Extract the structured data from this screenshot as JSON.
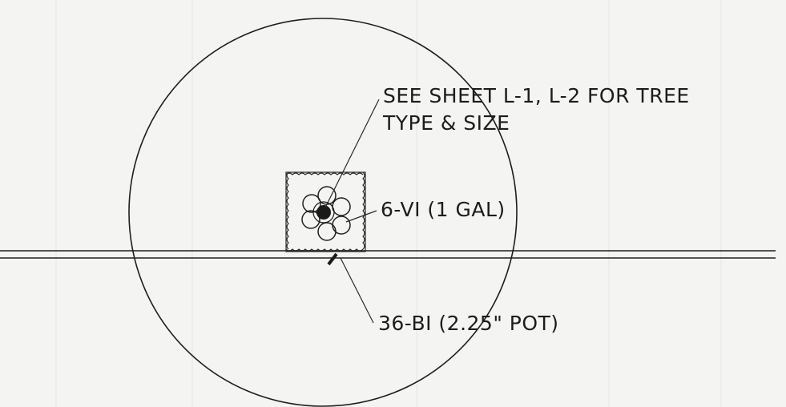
{
  "callouts": {
    "tree_reference_line1": "SEE SHEET L-1, L-2 FOR TREE",
    "tree_reference_line2": "TYPE & SIZE",
    "shrub_label": "6-VI (1 GAL)",
    "groundcover_label": "36-BI (2.25\" POT)"
  },
  "colors": {
    "paper": "#f4f4f2",
    "ink": "#1e1e1e"
  }
}
